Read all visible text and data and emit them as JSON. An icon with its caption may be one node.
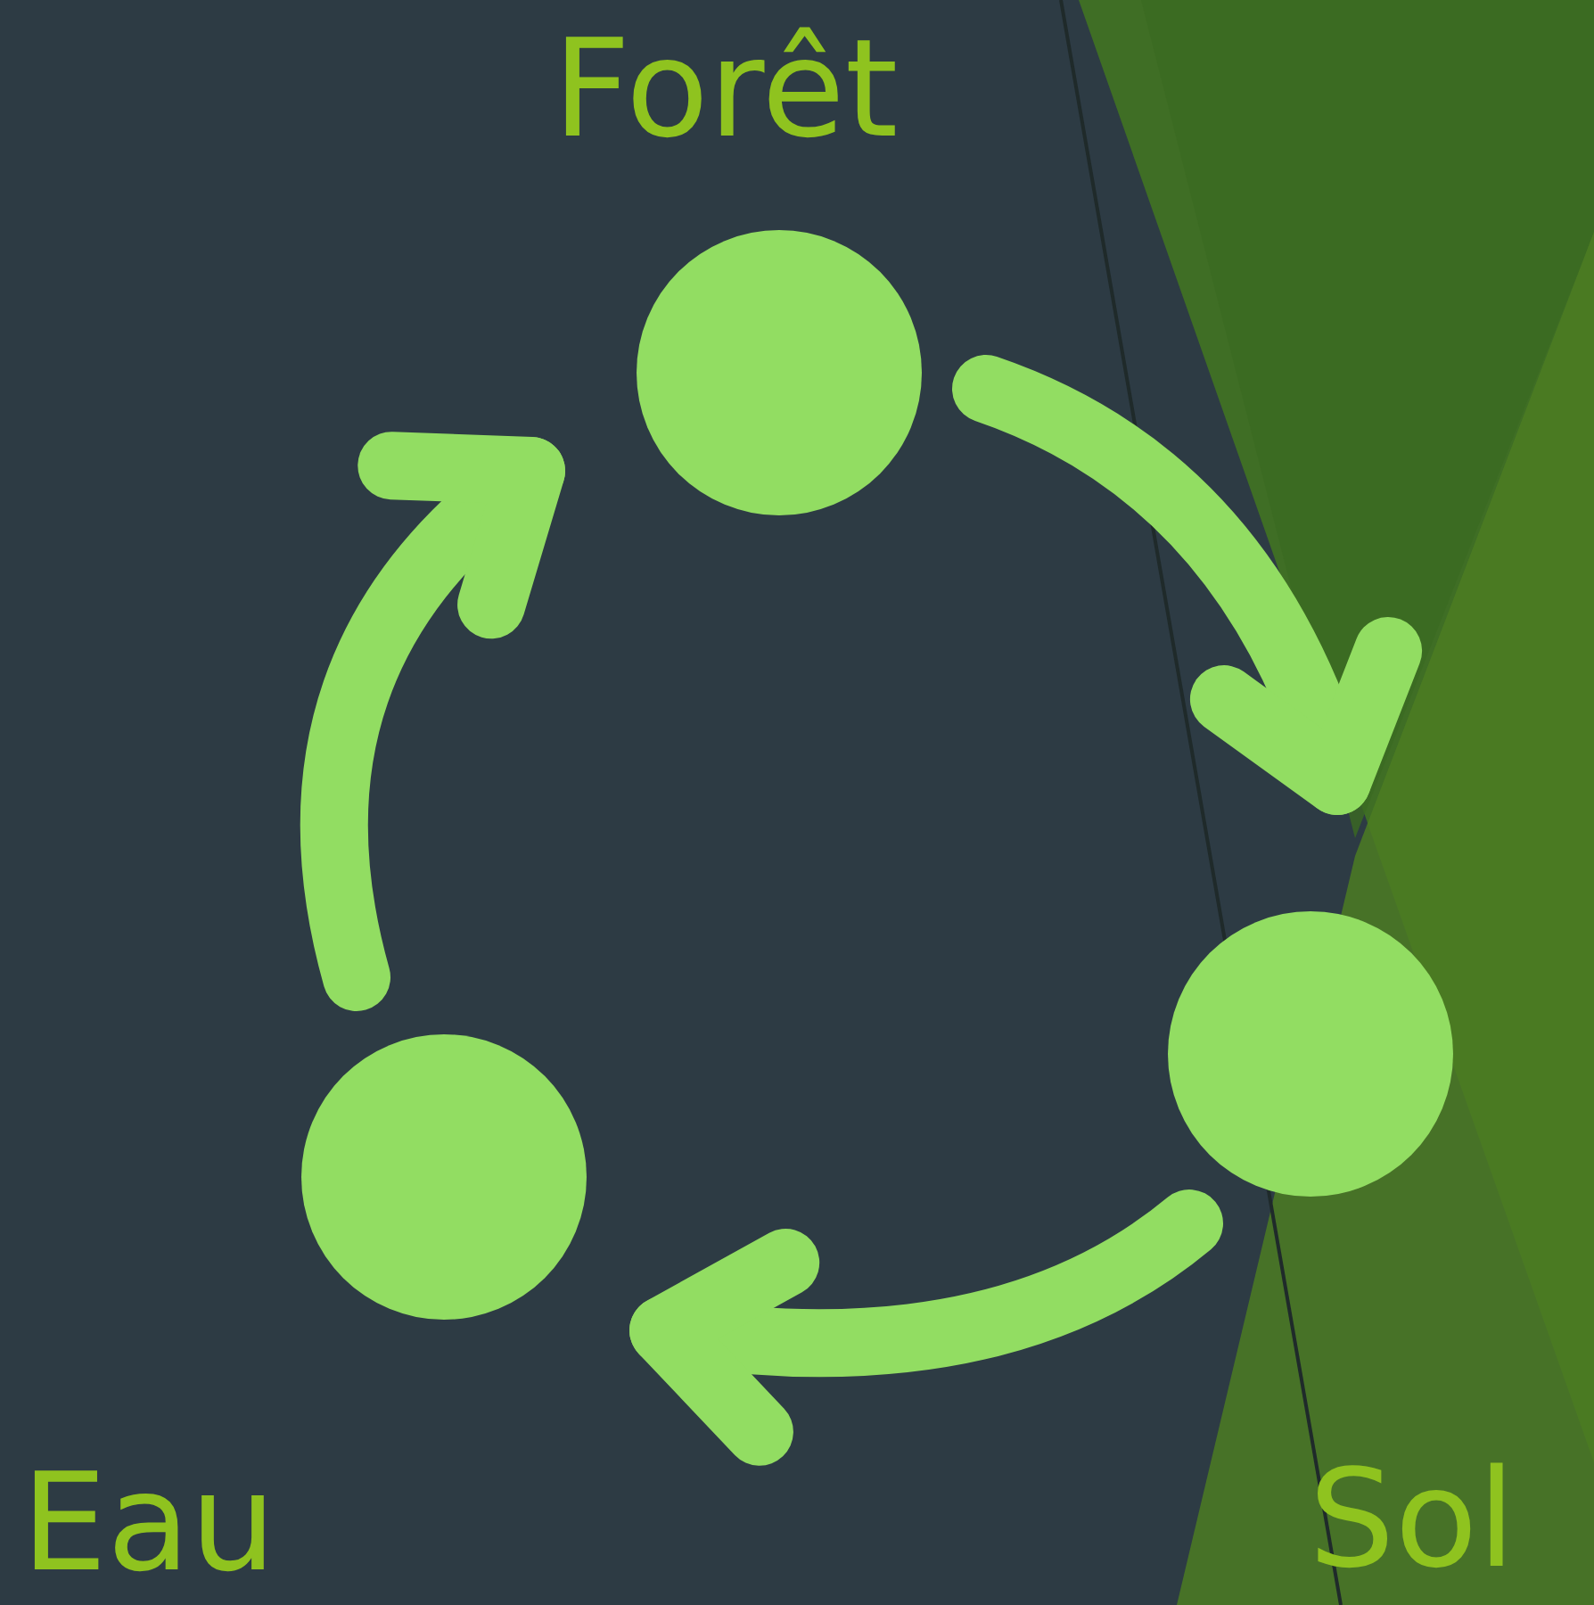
{
  "diagram": {
    "nodes": [
      {
        "text": [
          "Forêt"
        ]
      },
      {
        "text": [
          "Sol"
        ]
      },
      {
        "text": [
          "Eau"
        ]
      }
    ],
    "edges": [
      {
        "from": 0,
        "to": 1,
        "arrow": "to"
      },
      {
        "from": 1,
        "to": 2,
        "arrow": "to"
      },
      {
        "from": 2,
        "to": 0,
        "arrow": "to"
      }
    ]
  }
}
